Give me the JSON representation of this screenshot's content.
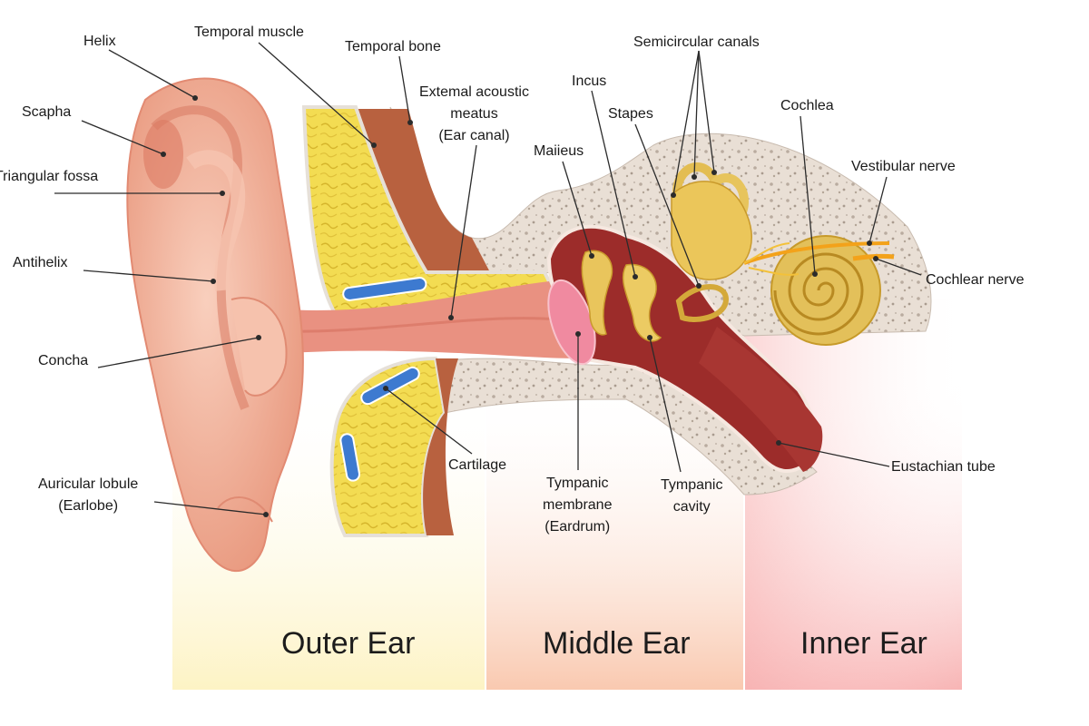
{
  "colors": {
    "outer_band": "#fdf6d2",
    "middle_band": "#fbd2bd",
    "inner_band": "#fbc0c0",
    "skin": "#f3b49a",
    "skin_dark": "#dc8068",
    "bone": "#e7dcd2",
    "cartilage": "#f1d94a",
    "muscle": "#b65a3c",
    "canal": "#e98f7e",
    "cavity": "#9c2c2a",
    "ossicle": "#e9c55c",
    "eardrum": "#f08aa0",
    "fluid": "#3d7ad0",
    "nerve": "#f3a21a",
    "leader": "#2b2b2b"
  },
  "labels": {
    "helix": "Helix",
    "scapha": "Scapha",
    "triangular_fossa": "Triangular fossa",
    "antihelix": "Antihelix",
    "concha": "Concha",
    "auricular_lobule_1": "Auricular lobule",
    "auricular_lobule_2": "(Earlobe)",
    "temporal_muscle": "Temporal muscle",
    "temporal_bone": "Temporal bone",
    "meatus_1": "Extemal acoustic",
    "meatus_2": "meatus",
    "meatus_3": "(Ear canal)",
    "malleus": "Maiieus",
    "incus": "Incus",
    "stapes": "Stapes",
    "semicircular_canals": "Semicircular canals",
    "cochlea": "Cochlea",
    "vestibular_nerve": "Vestibular nerve",
    "cochlear_nerve": "Cochlear nerve",
    "cartilage": "Cartilage",
    "tympanic_membrane_1": "Tympanic",
    "tympanic_membrane_2": "membrane",
    "tympanic_membrane_3": "(Eardrum)",
    "tympanic_cavity_1": "Tympanic",
    "tympanic_cavity_2": "cavity",
    "eustachian_tube": "Eustachian tube"
  },
  "sections": {
    "outer": "Outer Ear",
    "middle": "Middle Ear",
    "inner": "Inner Ear"
  }
}
